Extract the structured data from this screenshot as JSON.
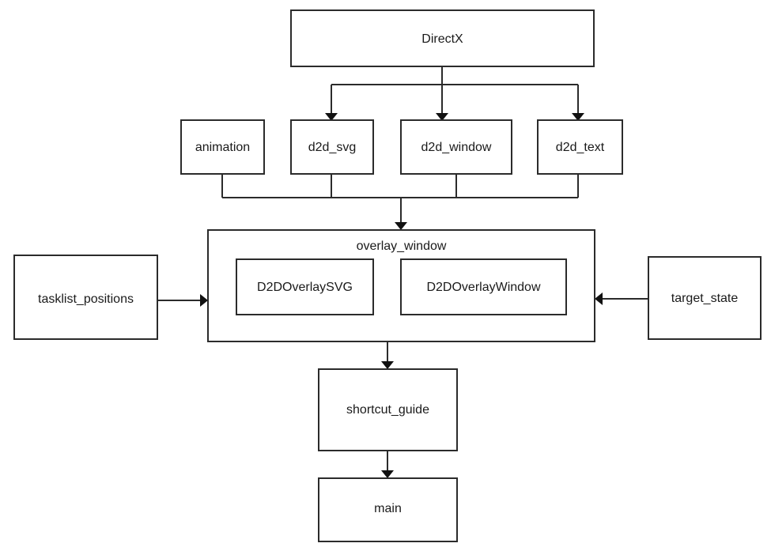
{
  "diagram": {
    "title": "DirectX overlay module dependency diagram",
    "type": "flowchart",
    "direction": "top-down",
    "colors": {
      "background": "#ffffff",
      "node_fill": "#ffffff",
      "node_stroke": "#2b2b2b",
      "edge_stroke": "#2b2b2b",
      "arrow_fill": "#111111",
      "label_text": "#1a1a1a"
    },
    "nodes": {
      "directx": {
        "label": "DirectX"
      },
      "animation": {
        "label": "animation"
      },
      "d2d_svg": {
        "label": "d2d_svg"
      },
      "d2d_window": {
        "label": "d2d_window"
      },
      "d2d_text": {
        "label": "d2d_text"
      },
      "overlay_window": {
        "label": "overlay_window"
      },
      "d2d_overlay_svg": {
        "label": "D2DOverlaySVG"
      },
      "d2d_overlay_window": {
        "label": "D2DOverlayWindow"
      },
      "tasklist_positions": {
        "label": "tasklist_positions"
      },
      "target_state": {
        "label": "target_state"
      },
      "shortcut_guide": {
        "label": "shortcut_guide"
      },
      "main": {
        "label": "main"
      }
    },
    "edges": [
      {
        "from": "directx",
        "to": "d2d_svg"
      },
      {
        "from": "directx",
        "to": "d2d_window"
      },
      {
        "from": "directx",
        "to": "d2d_text"
      },
      {
        "from": "animation",
        "to": "overlay_window"
      },
      {
        "from": "d2d_svg",
        "to": "overlay_window"
      },
      {
        "from": "d2d_window",
        "to": "overlay_window"
      },
      {
        "from": "d2d_text",
        "to": "overlay_window"
      },
      {
        "from": "tasklist_positions",
        "to": "overlay_window"
      },
      {
        "from": "target_state",
        "to": "overlay_window"
      },
      {
        "from": "overlay_window",
        "to": "shortcut_guide"
      },
      {
        "from": "shortcut_guide",
        "to": "main"
      }
    ]
  }
}
